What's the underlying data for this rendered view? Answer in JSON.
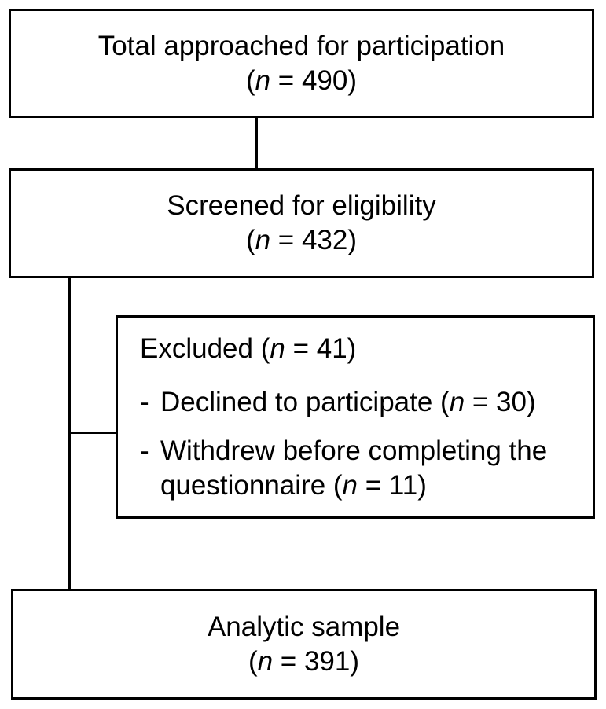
{
  "boxes": {
    "approached": {
      "label": "Total approached for participation",
      "n_prefix": "(",
      "n_symbol": "n",
      "n_value": " = 490)"
    },
    "screened": {
      "label": "Screened for eligibility",
      "n_prefix": "(",
      "n_symbol": "n",
      "n_value": " = 432)"
    },
    "excluded": {
      "label": "Excluded (",
      "n_symbol": "n",
      "n_value": " = 41)",
      "items": [
        {
          "dash": "-",
          "text": "Declined to participate (",
          "n_symbol": "n",
          "n_value": " = 30)"
        },
        {
          "dash": "-",
          "text_line1": "Withdrew before completing the",
          "text_line2": "questionnaire (",
          "n_symbol": "n",
          "n_value": " = 11)"
        }
      ]
    },
    "analytic": {
      "label": "Analytic sample",
      "n_prefix": "(",
      "n_symbol": "n",
      "n_value": " = 391)"
    }
  }
}
